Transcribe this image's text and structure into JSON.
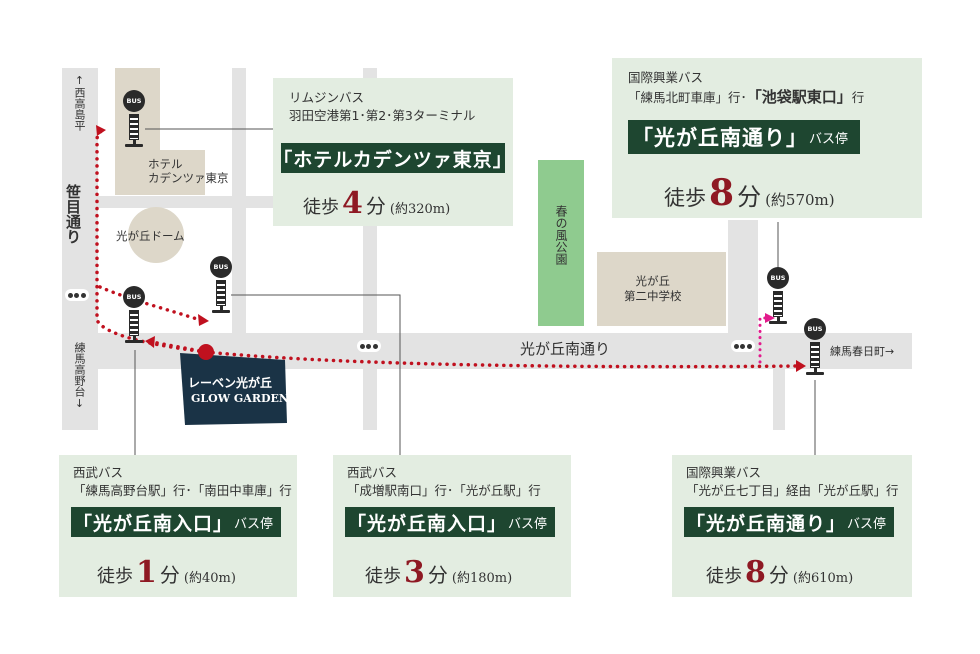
{
  "colors": {
    "road": "#e3e3e3",
    "building": "#ddd7c9",
    "park": "#8fcb8f",
    "panel": "#e3ede1",
    "stop_label_bg": "#1e4630",
    "route_dots": "#c0111f",
    "walk_minutes": "#8e1923",
    "property_block": "#1a3346"
  },
  "map": {
    "road_left_label": "笹目通り",
    "road_left_top": "↑西高島平",
    "road_left_bottom": "練馬高野台↓",
    "main_road_label": "光が丘南通り",
    "right_direction": "練馬春日町→",
    "hotel_label": "ホテル\nカデンツァ東京",
    "dome_label": "光が丘ドーム",
    "park_label": "春の風公園",
    "school_label": "光が丘\n第二中学校",
    "property_line1": "レーベン光が丘",
    "property_line2": "GLOW GARDEN",
    "bus_icon_text": "BUS"
  },
  "panels": {
    "limousine": {
      "line1": "リムジンバス",
      "line2": "羽田空港第1･第2･第3ターミナル",
      "stop": "「ホテルカデンツァ東京」",
      "walk_label": "徒歩",
      "minutes": "4",
      "unit": "分",
      "distance": "(約320m)"
    },
    "kokusai_top": {
      "line1": "国際興業バス",
      "line2": "「練馬北町車庫」行･",
      "line2_bold": "「池袋駅東口」",
      "line2_end": "行",
      "stop": "「光が丘南通り」",
      "stop_suffix": "バス停",
      "walk_label": "徒歩",
      "minutes": "8",
      "unit": "分",
      "distance": "(約570m)"
    },
    "seibu_left": {
      "line1": "西武バス",
      "line2": "「練馬高野台駅」行･「南田中車庫」行",
      "stop": "「光が丘南入口」",
      "stop_suffix": "バス停",
      "walk_label": "徒歩",
      "minutes": "1",
      "unit": "分",
      "distance": "(約40m)"
    },
    "seibu_mid": {
      "line1": "西武バス",
      "line2": "「成増駅南口」行･「光が丘駅」行",
      "stop": "「光が丘南入口」",
      "stop_suffix": "バス停",
      "walk_label": "徒歩",
      "minutes": "3",
      "unit": "分",
      "distance": "(約180m)"
    },
    "kokusai_bottom": {
      "line1": "国際興業バス",
      "line2": "「光が丘七丁目」経由「光が丘駅」行",
      "stop": "「光が丘南通り」",
      "stop_suffix": "バス停",
      "walk_label": "徒歩",
      "minutes": "8",
      "unit": "分",
      "distance": "(約610m)"
    }
  }
}
